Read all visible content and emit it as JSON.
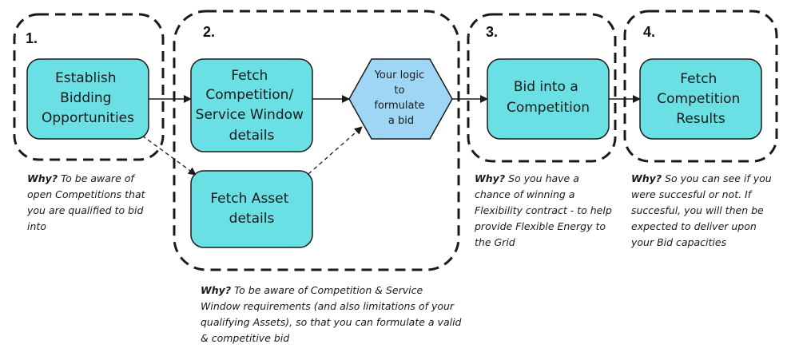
{
  "steps": [
    {
      "number": "1."
    },
    {
      "number": "2."
    },
    {
      "number": "3."
    },
    {
      "number": "4."
    }
  ],
  "nodes": {
    "establish": [
      "Establish",
      "Bidding",
      "Opportunities"
    ],
    "fetch_competition": [
      "Fetch",
      "Competition/",
      "Service Window",
      "details"
    ],
    "fetch_asset": [
      "Fetch Asset",
      "details"
    ],
    "logic": [
      "Your logic",
      "to",
      "formulate",
      "a bid"
    ],
    "bid": [
      "Bid into a",
      "Competition"
    ],
    "results": [
      "Fetch",
      "Competition",
      "Results"
    ]
  },
  "why": {
    "label": "Why?",
    "step1": "To be aware of open Competitions that you are qualified to bid into",
    "step2": "To be aware of Competition & Service Window requirements (and also limitations of your qualifying Assets), so that you can formulate a valid & competitive bid",
    "step3": "So you have a chance of winning a Flexibility contract - to help provide Flexible Energy to the Grid",
    "step4": "So you can see if you were succesful or not. If succesful, you will then be expected to deliver upon your Bid capacities"
  },
  "colors": {
    "node_fill": "#6be0e4",
    "hex_fill": "#9fd6f5",
    "stroke": "#1a1a1a",
    "group_border": "#1a1a1a"
  }
}
